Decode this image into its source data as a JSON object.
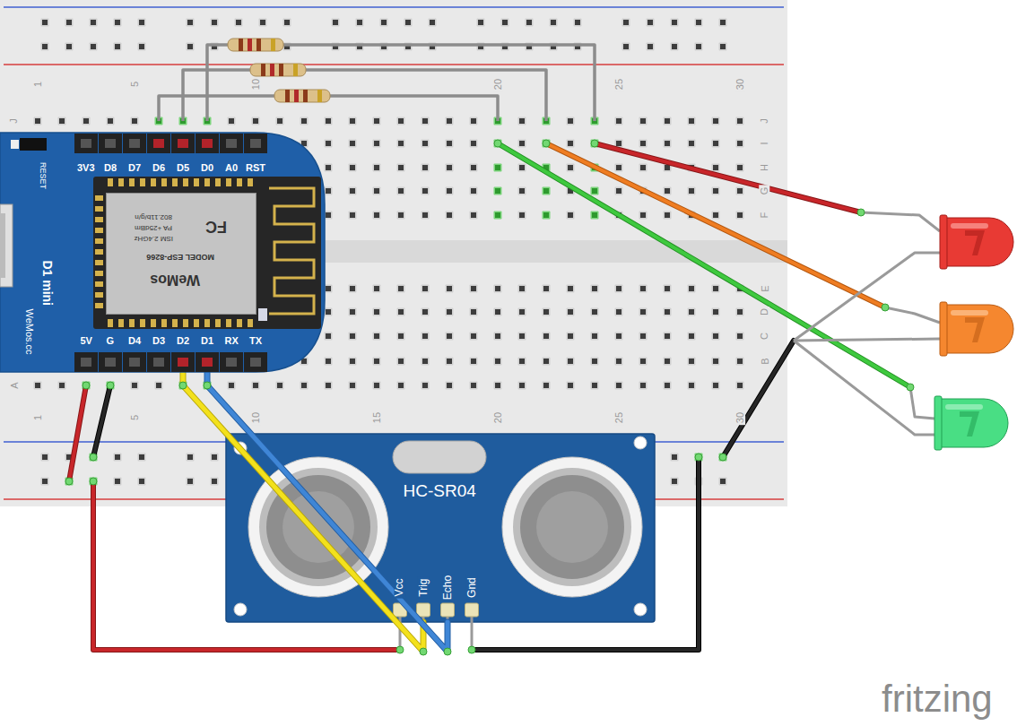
{
  "diagram": {
    "nodes": [
      {
        "text": [
          "D1 mini",
          "WeMos.cc"
        ]
      },
      {
        "text": [
          "WeMos",
          "MODEL ESP-8266",
          "ISM 2.4GHz",
          "PA +25dBm",
          "802.11b/g/n",
          "FC"
        ],
        "in": 0
      },
      {
        "text": [
          "HC-SR04"
        ]
      }
    ],
    "edges": [
      {
        "from": 0,
        "to": 2,
        "arrow": "none"
      },
      {
        "from": 0,
        "to": 2,
        "arrow": "none"
      }
    ],
    "labels": [
      "3V3",
      "D8",
      "D7",
      "D6",
      "D5",
      "D0",
      "A0",
      "RST",
      "RESET",
      "5V",
      "G",
      "D4",
      "D3",
      "D2",
      "D1",
      "RX",
      "TX",
      "Vcc",
      "Trig",
      "Echo",
      "Gnd",
      "1",
      "5",
      "10",
      "20",
      "25",
      "30",
      "1",
      "5",
      "10",
      "15",
      "20",
      "25",
      "30",
      "J",
      "A",
      "J",
      "I",
      "H",
      "G",
      "F",
      "E",
      "D",
      "C",
      "B",
      "fritzing"
    ]
  }
}
